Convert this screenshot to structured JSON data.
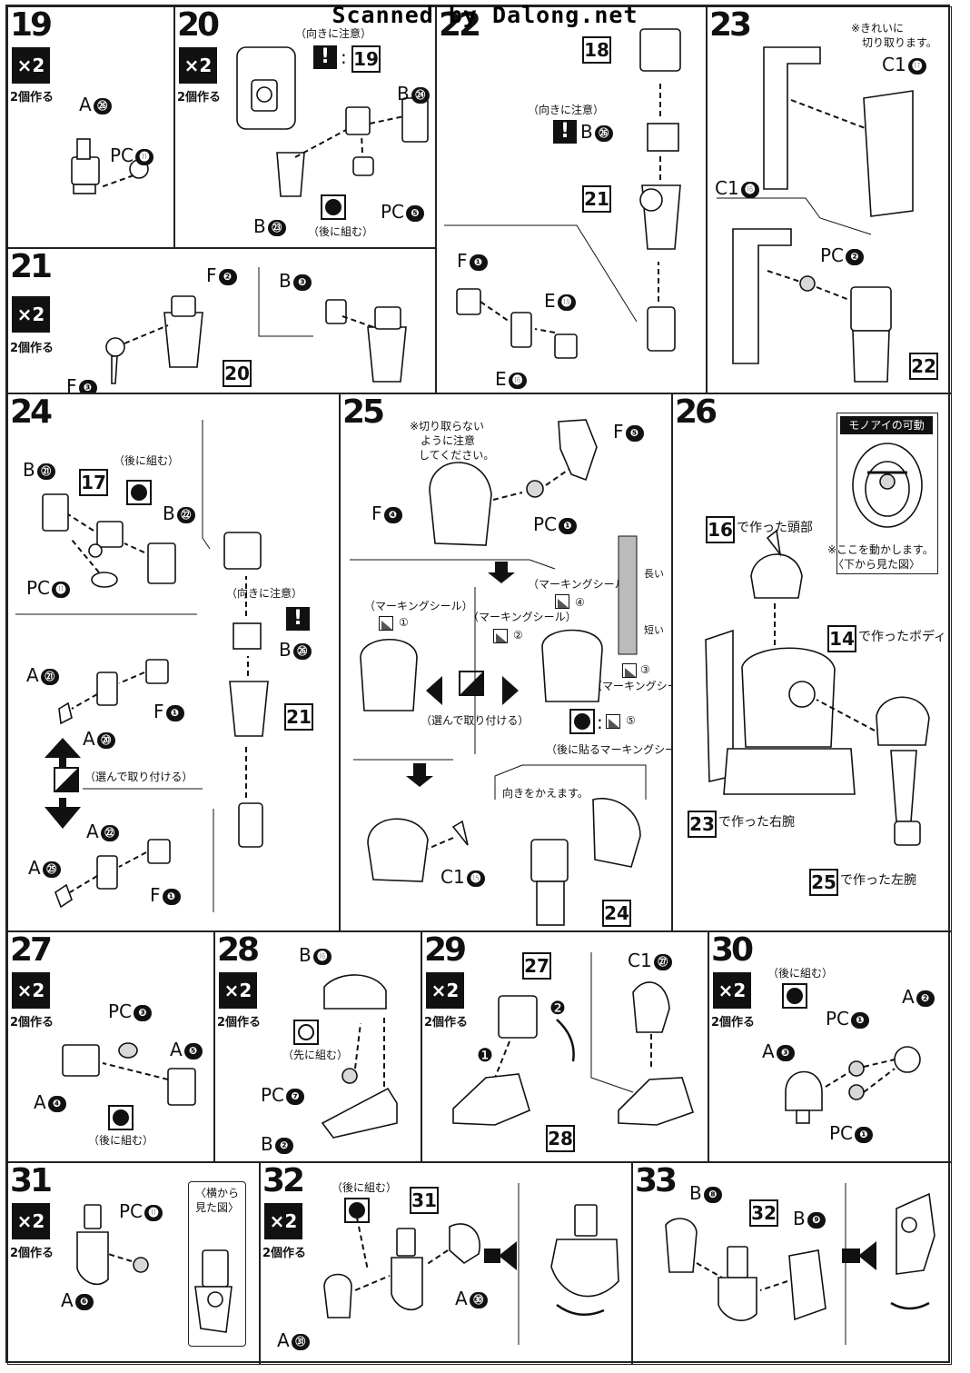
{
  "watermark": "Scanned by Dalong.net",
  "common": {
    "x2": "×2",
    "make_two": "2個作る"
  },
  "step19": {
    "num": "19",
    "a": "A",
    "a_n": "㉖",
    "pc": "PC",
    "pc_n": "⓫"
  },
  "step20": {
    "num": "20",
    "note_top": "（向きに注意）",
    "warn": "!",
    "ref": "19",
    "b24": "B",
    "b24_n": "㉔",
    "b23": "B",
    "b23_n": "㉓",
    "pc": "PC",
    "pc_n": "❺",
    "later": "（後に組む）"
  },
  "step21": {
    "num": "21",
    "f2": "F",
    "f2_n": "❷",
    "b3": "B",
    "b3_n": "❸",
    "f3": "F",
    "f3_n": "❸",
    "ref": "20"
  },
  "step22": {
    "num": "22",
    "b18": "18",
    "note": "（向きに注意）",
    "warn": "!",
    "b26": "B",
    "b26_n": "㉖",
    "ref": "21",
    "f1": "F",
    "f1_n": "❶",
    "e18": "E",
    "e18_n": "⓲",
    "e16": "E",
    "e16_n": "⓰"
  },
  "step23": {
    "num": "23",
    "note": "※きれいに",
    "note2": "切り取ります。",
    "c17": "C1",
    "c17_n": "⓱",
    "c16": "C1",
    "c16_n": "⓰",
    "pc": "PC",
    "pc_n": "❷",
    "ref": "22"
  },
  "step24": {
    "num": "24",
    "b21": "B",
    "b21_n": "㉑",
    "box17": "17",
    "later": "（後に組む）",
    "b22": "B",
    "b22_n": "㉒",
    "pc": "PC",
    "pc_n": "⓫",
    "note": "（向きに注意）",
    "warn": "!",
    "b26": "B",
    "b26_n": "㉖",
    "ref": "21",
    "a21": "A",
    "a21_n": "㉑",
    "f1": "F",
    "f1_n": "❶",
    "a20": "A",
    "a20_n": "⑳",
    "choose": "（選んで取り付ける）",
    "a22": "A",
    "a22_n": "㉒",
    "a25": "A",
    "a25_n": "㉕",
    "f1b": "F",
    "f1b_n": "❶"
  },
  "step25": {
    "num": "25",
    "note1": "※切り取らない",
    "note2": "ように注意",
    "note3": "してください。",
    "f5": "F",
    "f5_n": "❺",
    "f4": "F",
    "f4_n": "❹",
    "pc": "PC",
    "pc_n": "❶",
    "seal": "（マーキングシール）",
    "s1": "①",
    "s2": "②",
    "s3": "③",
    "s4": "④",
    "s5": "⑤",
    "long": "長い",
    "short": "短い",
    "choose": "（選んで取り付ける）",
    "later_seal": "（後に貼るマーキングシール）",
    "turn": "向きをかえます。",
    "c15": "C1",
    "c15_n": "⓯",
    "ref": "24"
  },
  "step26": {
    "num": "26",
    "mono_title": "モノアイの可動",
    "move_note": "※ここを動かします。",
    "bottom_view": "〈下から見た図〉",
    "head_ref": "16",
    "head": "で作った頭部",
    "body_ref": "14",
    "body": "で作ったボディ",
    "rarm_ref": "23",
    "rarm": "で作った右腕",
    "larm_ref": "25",
    "larm": "で作った左腕"
  },
  "step27": {
    "num": "27",
    "pc": "PC",
    "pc_n": "❸",
    "a5": "A",
    "a5_n": "❺",
    "a4": "A",
    "a4_n": "❹",
    "later": "（後に組む）"
  },
  "step28": {
    "num": "28",
    "b16": "B",
    "b16_n": "⓰",
    "first": "（先に組む）",
    "pc": "PC",
    "pc_n": "❼",
    "b2": "B",
    "b2_n": "❷"
  },
  "step29": {
    "num": "29",
    "ref27": "27",
    "c27": "C1",
    "c27_n": "㉗",
    "o1": "❶",
    "o2": "❷",
    "ref28": "28"
  },
  "step30": {
    "num": "30",
    "later": "（後に組む）",
    "a2": "A",
    "a2_n": "❷",
    "pc1": "PC",
    "pc1_n": "❶",
    "a3": "A",
    "a3_n": "❸",
    "pc2": "PC",
    "pc2_n": "❶"
  },
  "step31": {
    "num": "31",
    "pc": "PC",
    "pc_n": "⓫",
    "side1": "〈横から",
    "side2": "見た図〉",
    "a6": "A",
    "a6_n": "❻"
  },
  "step32": {
    "num": "32",
    "later": "（後に組む）",
    "ref": "31",
    "a31": "A",
    "a31_n": "㉛",
    "a30": "A",
    "a30_n": "㉚"
  },
  "step33": {
    "num": "33",
    "b8": "B",
    "b8_n": "❽",
    "ref": "32",
    "b9": "B",
    "b9_n": "❾"
  }
}
